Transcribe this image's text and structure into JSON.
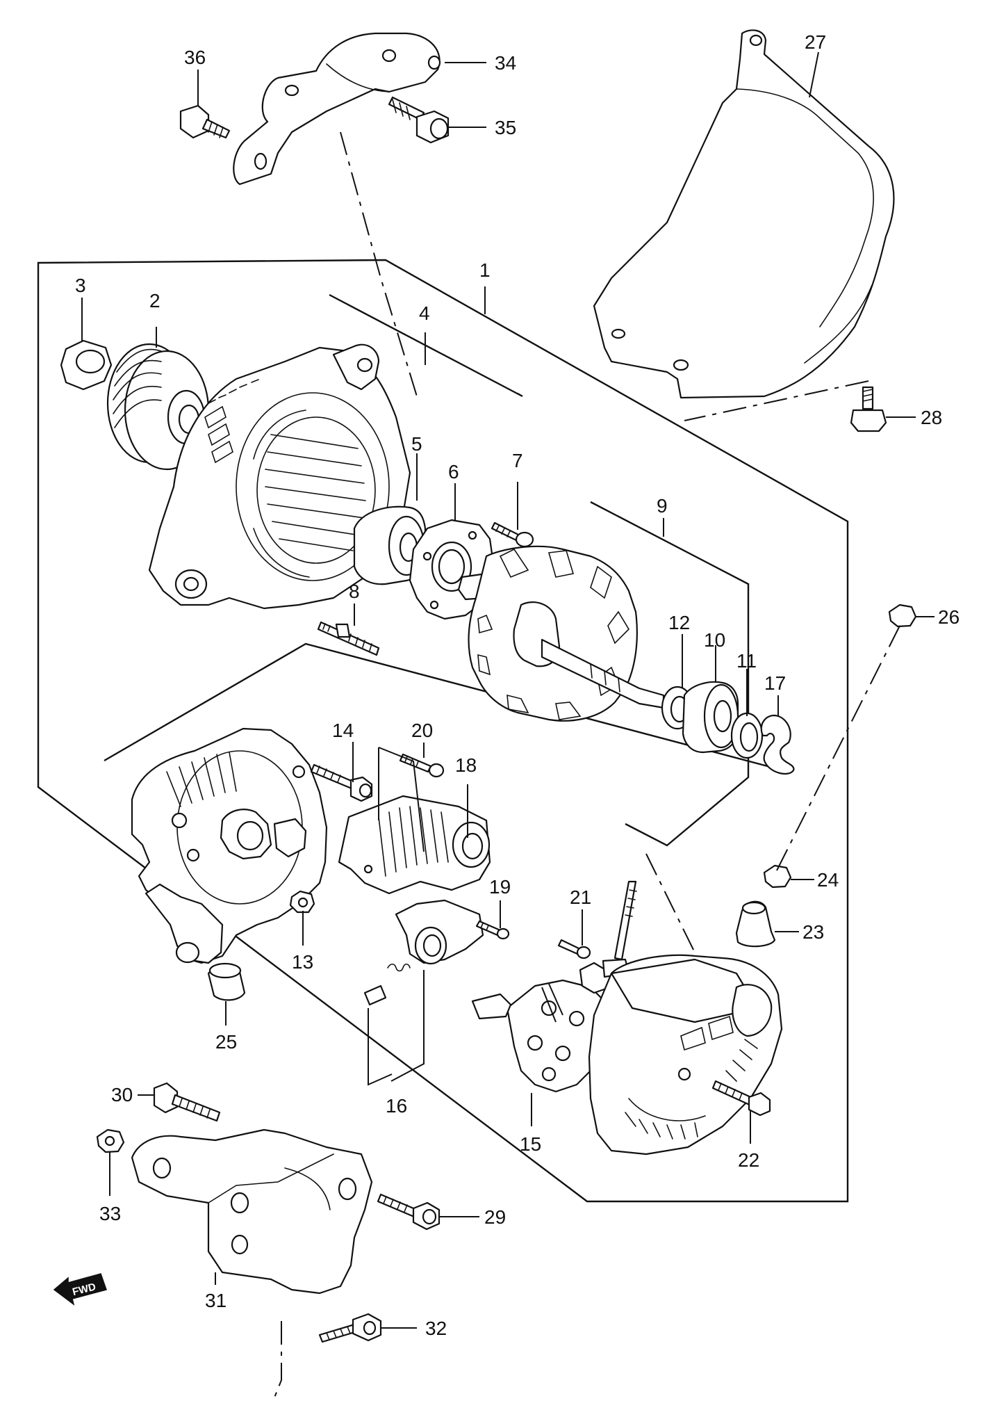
{
  "callouts": {
    "c1": "1",
    "c2": "2",
    "c3": "3",
    "c4": "4",
    "c5": "5",
    "c6": "6",
    "c7": "7",
    "c8": "8",
    "c9": "9",
    "c10": "10",
    "c11": "11",
    "c12": "12",
    "c13": "13",
    "c14": "14",
    "c15": "15",
    "c16": "16",
    "c17": "17",
    "c18": "18",
    "c19": "19",
    "c20": "20",
    "c21": "21",
    "c22": "22",
    "c23": "23",
    "c24": "24",
    "c25": "25",
    "c26": "26",
    "c27": "27",
    "c28": "28",
    "c29": "29",
    "c30": "30",
    "c31": "31",
    "c32": "32",
    "c33": "33",
    "c34": "34",
    "c35": "35",
    "c36": "36"
  },
  "direction_arrow": {
    "label": "FWD"
  }
}
